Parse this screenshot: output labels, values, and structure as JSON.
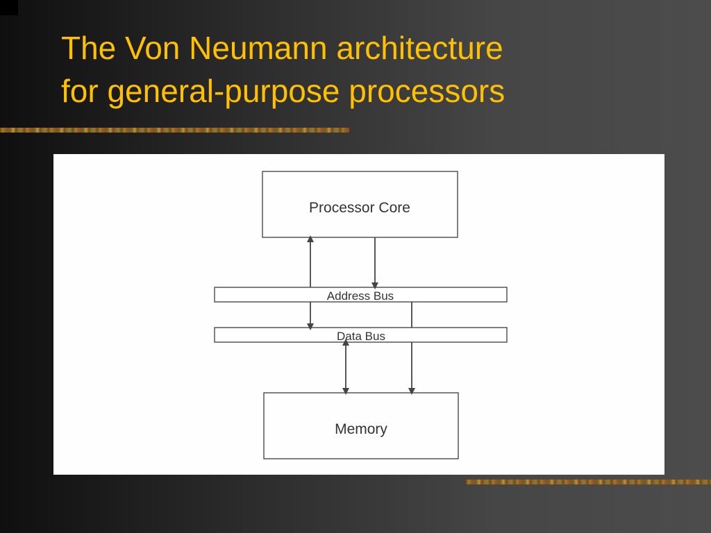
{
  "slide": {
    "title_line1": "The Von Neumann architecture",
    "title_line2": "for general-purpose processors",
    "title_color": "#ffc000"
  },
  "diagram": {
    "processor_label": "Processor Core",
    "address_bus_label": "Address Bus",
    "data_bus_label": "Data Bus",
    "memory_label": "Memory"
  }
}
